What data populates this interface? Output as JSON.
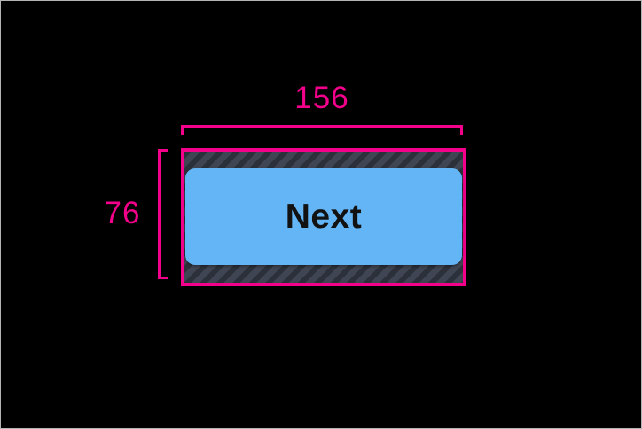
{
  "window": {
    "background_color": "#000000",
    "frame_border_color": "#b4b4b4"
  },
  "inspector_overlay": {
    "accent_color": "#f3008b",
    "width_label": "156",
    "height_label": "76",
    "padding_hatch_base_color": "#3f4552",
    "padding_hatch_stripe_color": "#2b303a"
  },
  "button": {
    "label": "Next",
    "fill_color": "#64b5f6",
    "text_color": "#121212"
  }
}
